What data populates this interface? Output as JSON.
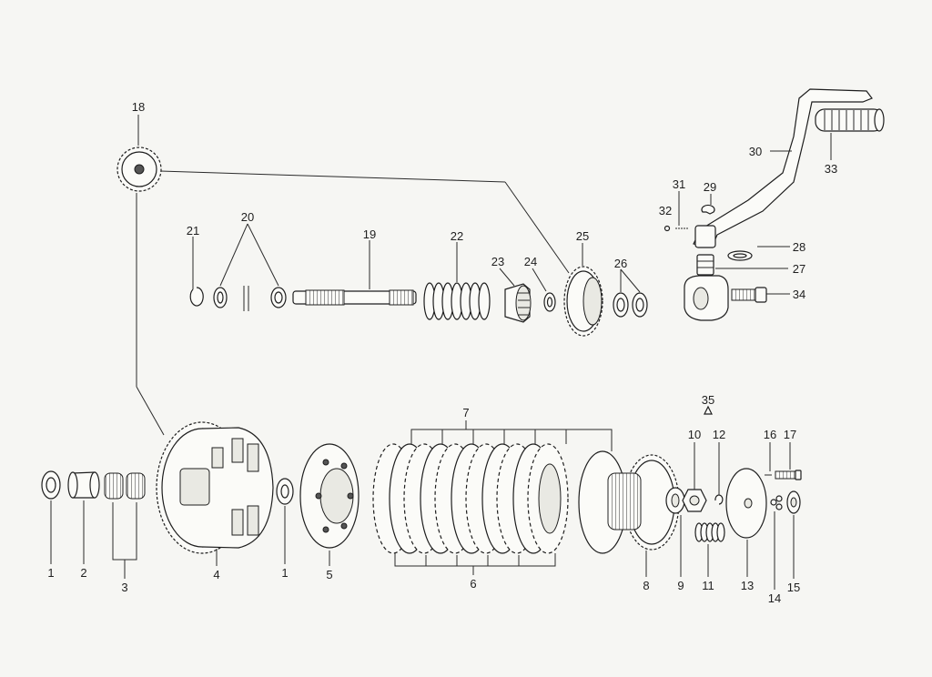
{
  "diagram": {
    "labels": {
      "p1a": "1",
      "p1b": "1",
      "p2": "2",
      "p3": "3",
      "p4": "4",
      "p5": "5",
      "p6": "6",
      "p7": "7",
      "p8": "8",
      "p9": "9",
      "p10": "10",
      "p11": "11",
      "p12": "12",
      "p13": "13",
      "p14": "14",
      "p15": "15",
      "p16": "16",
      "p17": "17",
      "p18": "18",
      "p19": "19",
      "p20": "20",
      "p21": "21",
      "p22": "22",
      "p23": "23",
      "p24": "24",
      "p25": "25",
      "p26": "26",
      "p27": "27",
      "p28": "28",
      "p29": "29",
      "p30": "30",
      "p31": "31",
      "p32": "32",
      "p33": "33",
      "p34": "34",
      "p35": "35"
    }
  }
}
